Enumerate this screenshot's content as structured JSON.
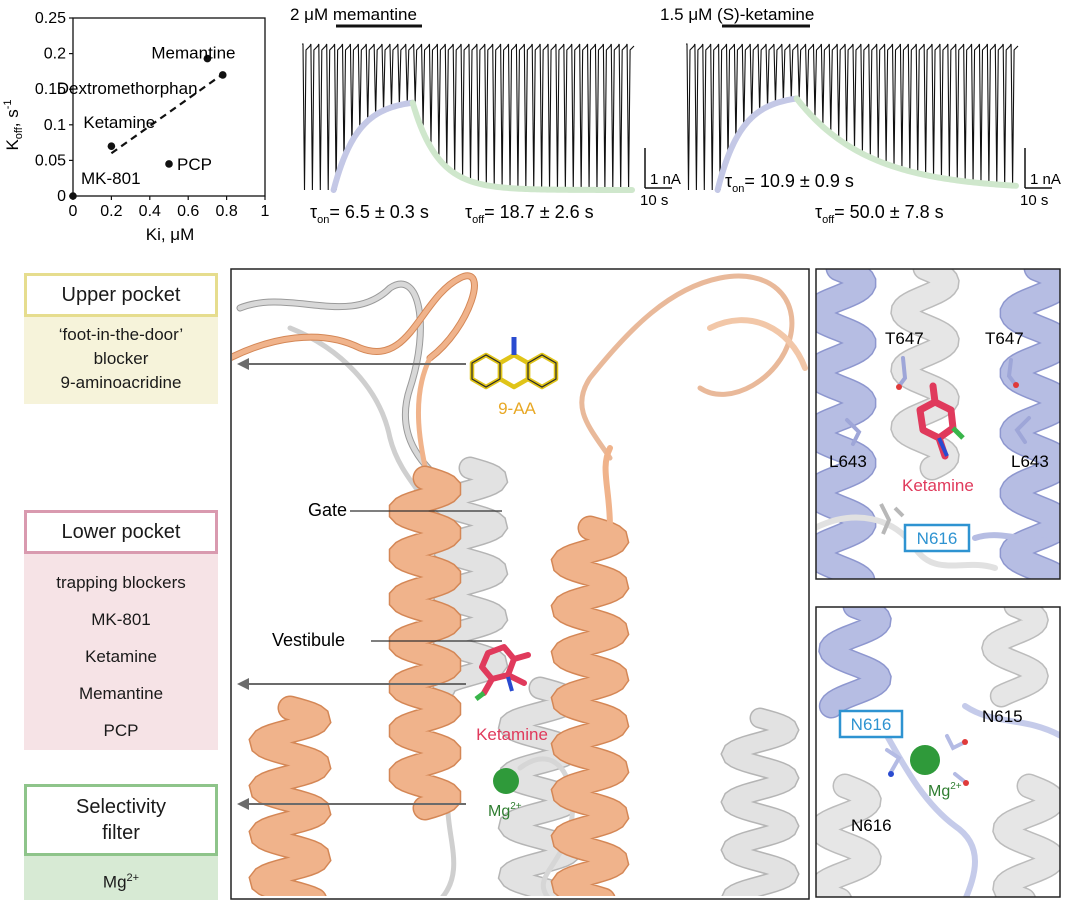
{
  "chart_data": {
    "type": "scatter",
    "xlabel": "Ki, μM",
    "ylabel": "Koff, s-1",
    "ylabel_main": "K",
    "ylabel_sub": "off",
    "ylabel_unit": ", s",
    "ylabel_sup": "-1",
    "xlim": [
      0,
      1
    ],
    "ylim": [
      0,
      0.25
    ],
    "x_ticks": [
      "0",
      "0.2",
      "0.4",
      "0.6",
      "0.8",
      "1"
    ],
    "y_ticks": [
      "0",
      "0.05",
      "0.1",
      "0.15",
      "0.2",
      "0.25"
    ],
    "points": [
      {
        "label": "MK-801",
        "x": 0.0,
        "y": 0.0
      },
      {
        "label": "Ketamine",
        "x": 0.2,
        "y": 0.07
      },
      {
        "label": "PCP",
        "x": 0.5,
        "y": 0.045
      },
      {
        "label": "Memantine",
        "x": 0.7,
        "y": 0.193
      },
      {
        "label": "Dextromethorphan",
        "x": 0.78,
        "y": 0.17
      }
    ],
    "fit_line": {
      "x": [
        0.2,
        0.8
      ],
      "y": [
        0.06,
        0.175
      ]
    }
  },
  "traces": {
    "memantine": {
      "title": "2 μM memantine",
      "tau_on": "= 6.5 ± 0.3 s",
      "tau_off": "= 18.7 ± 2.6 s",
      "n_sweeps": 42,
      "drug_start": 4,
      "drug_end": 14,
      "on_color": "#c4c8e6",
      "off_color": "#cfe7cc"
    },
    "ketamine": {
      "title": "1.5 μM (S)-ketamine",
      "tau_on": "= 10.9 ± 0.9 s",
      "tau_off": "= 50.0 ± 7.8 s",
      "n_sweeps": 42,
      "drug_start": 4,
      "drug_end": 14,
      "on_color": "#c4c8e6",
      "off_color": "#cfe7cc"
    },
    "tau_symbol": "τ",
    "on_sub": "on",
    "off_sub": "off",
    "scale_nA": "1 nA",
    "scale_s": "10 s"
  },
  "sites": {
    "upper": {
      "title": "Upper pocket",
      "lines": [
        "‘foot-in-the-door’",
        "blocker",
        "9-aminoacridine"
      ],
      "border": "#e6dd8e",
      "fill": "#f6f3da"
    },
    "lower": {
      "title": "Lower pocket",
      "lines": [
        "trapping blockers",
        "MK-801",
        "Ketamine",
        "Memantine",
        "PCP"
      ],
      "border": "#d99aaf",
      "fill": "#f6e3e6"
    },
    "filter": {
      "title_line1": "Selectivity",
      "title_line2": "filter",
      "ion": "Mg",
      "ion_charge": "2+",
      "border": "#8ec48a",
      "fill": "#d7ead4"
    }
  },
  "structure": {
    "aa_label": "9-AA",
    "gate": "Gate",
    "vestibule": "Vestibule",
    "ketamine": "Ketamine",
    "mg": "Mg",
    "mg_charge": "2+",
    "helix_color": "#f0b38b",
    "helix_dark": "#d48756",
    "gray_helix": "#e2e2e2",
    "ketamine_color": "#e03a5c",
    "aa_color": "#e8a825",
    "mg_color": "#2f9a3a"
  },
  "inset_top": {
    "labels": [
      "T647",
      "T647",
      "L643",
      "L643"
    ],
    "ketamine": "Ketamine",
    "n616": "N616"
  },
  "inset_bottom": {
    "n616_box": "N616",
    "n615": "N615",
    "n616": "N616",
    "mg": "Mg",
    "mg_charge": "2+"
  }
}
